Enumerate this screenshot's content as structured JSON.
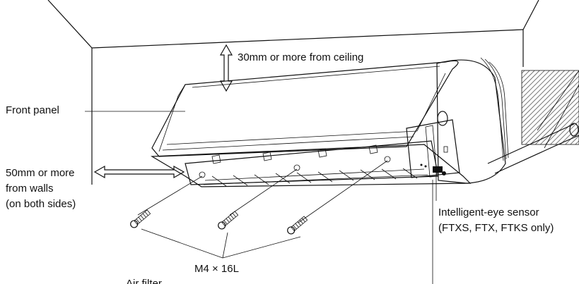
{
  "labels": {
    "ceiling_clearance": "30mm or more from ceiling",
    "front_panel": "Front panel",
    "wall_clearance": [
      "50mm or more",
      "from walls",
      "(on both sides)"
    ],
    "eye_sensor": [
      "Intelligent-eye sensor",
      "(FTXS, FTX, FTKS only)"
    ],
    "screws": "M4 × 16L",
    "air_filter_partial": "Air filter"
  },
  "colors": {
    "line": "#111111",
    "unit_fill": "#f4f4f4",
    "hatch": "#555555"
  }
}
